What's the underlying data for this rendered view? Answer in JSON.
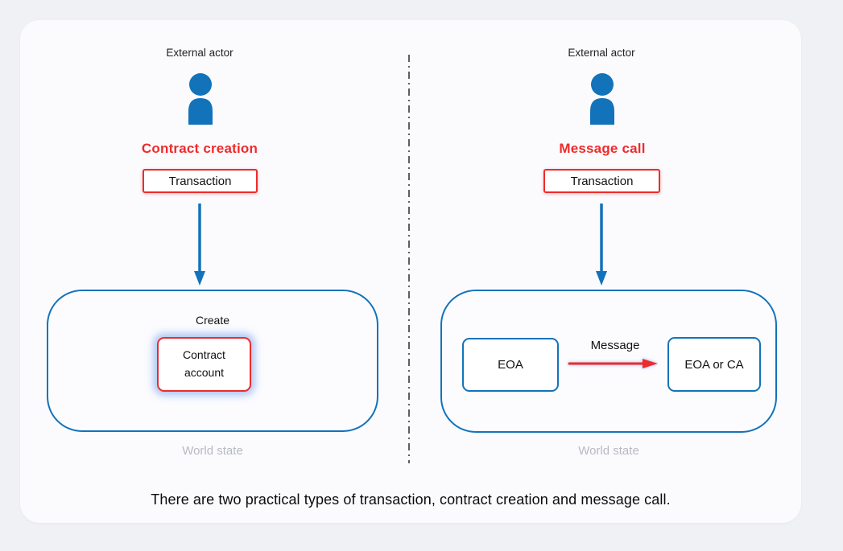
{
  "colors": {
    "page_bg": "#f0f1f4",
    "card_bg": "#fbfbfe",
    "blue": "#1273ba",
    "red": "#ee2b2b",
    "text": "#161616",
    "muted": "#b7babf",
    "divider": "#5c5e61"
  },
  "left_panel": {
    "actor_label": "External actor",
    "type_label": "Contract creation",
    "transaction_label": "Transaction",
    "world": {
      "action_label": "Create",
      "node_label": "Contract account",
      "caption": "World state"
    }
  },
  "right_panel": {
    "actor_label": "External actor",
    "type_label": "Message call",
    "transaction_label": "Transaction",
    "world": {
      "source_label": "EOA",
      "arrow_label": "Message",
      "target_label": "EOA or CA",
      "caption": "World state"
    }
  },
  "footer_caption": "There are two practical types of transaction, contract creation and message call."
}
